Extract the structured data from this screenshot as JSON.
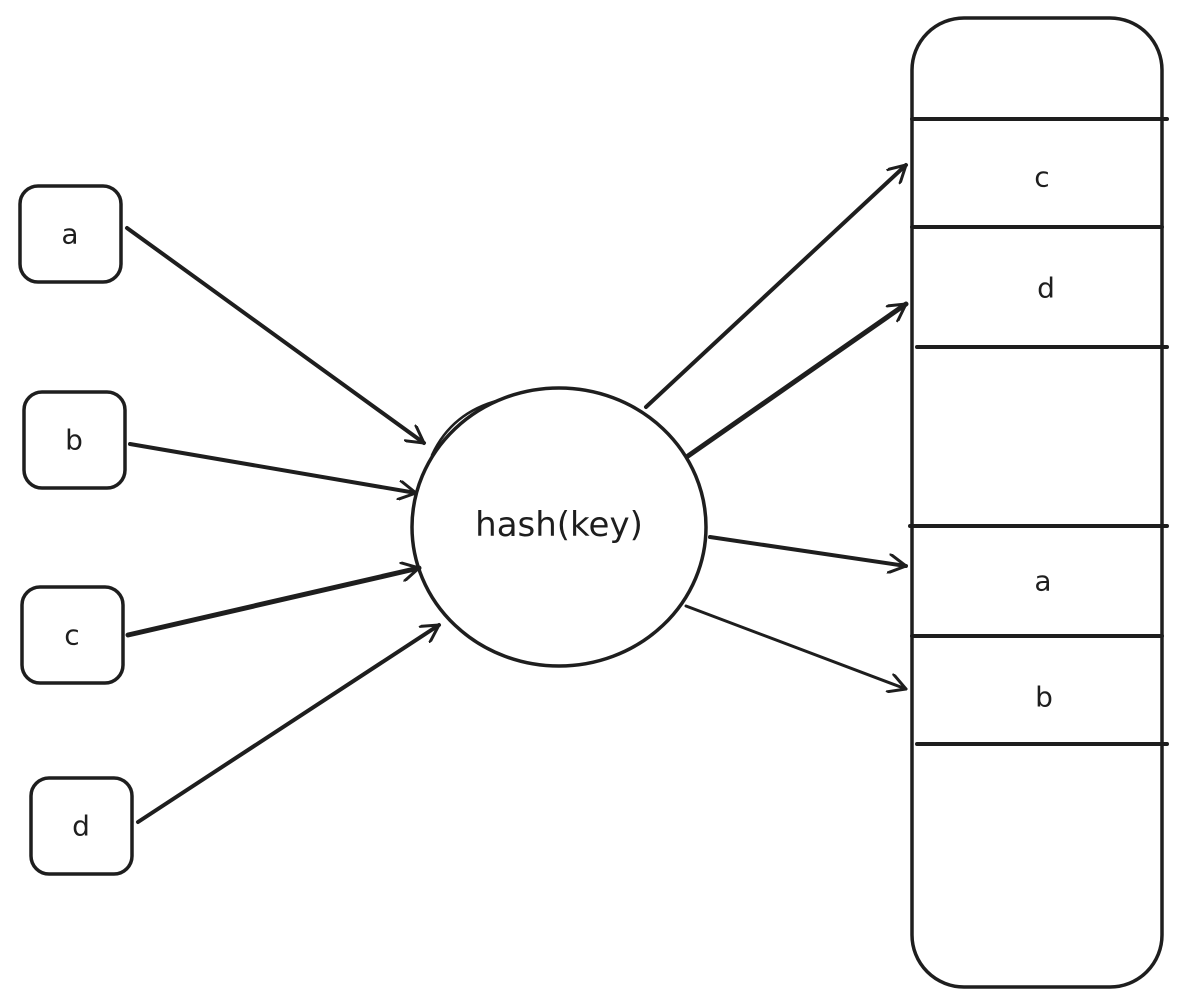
{
  "keys": [
    "a",
    "b",
    "c",
    "d"
  ],
  "hash_function": "hash(key)",
  "table_slots": [
    "c",
    "d",
    "",
    "a",
    "b",
    ""
  ],
  "stroke_color": "#1e1e1e",
  "background_color": "#ffffff"
}
